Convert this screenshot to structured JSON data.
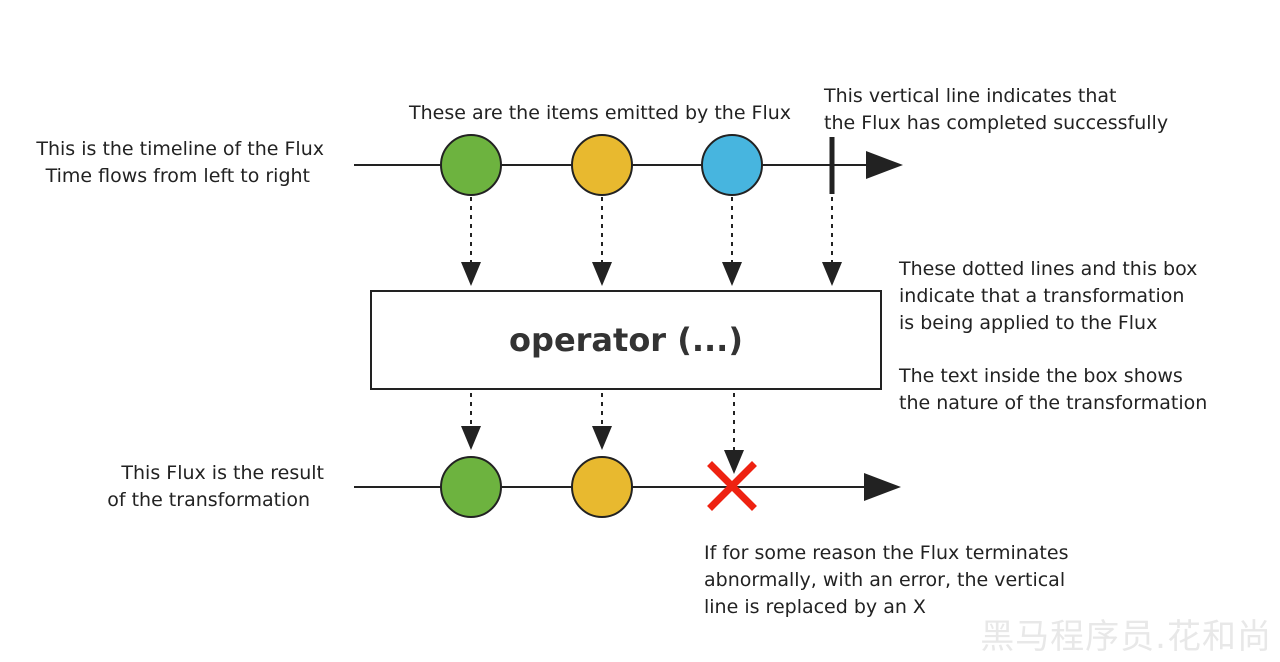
{
  "labels": {
    "timeline": [
      "This is the timeline of the Flux",
      "Time flows from left to right"
    ],
    "items": "These are the items emitted by the Flux",
    "completed": [
      "This vertical line indicates that",
      "the Flux has completed successfully"
    ],
    "transformation": [
      "These dotted lines and this box",
      "indicate that a transformation",
      "is being applied to the Flux"
    ],
    "nature": [
      "The text inside the box shows",
      "the nature of the transformation"
    ],
    "result": [
      "This Flux is the result",
      "of the transformation"
    ],
    "error": [
      "If for some reason the Flux terminates",
      "abnormally, with an error, the vertical",
      "line is replaced by an X"
    ]
  },
  "operator": "operator (...)",
  "watermark": "黑马程序员.花和尚",
  "colors": {
    "green": "#6db33f",
    "yellow": "#e8b92f",
    "blue": "#47b5df",
    "error": "#ee2211",
    "line": "#222222"
  }
}
